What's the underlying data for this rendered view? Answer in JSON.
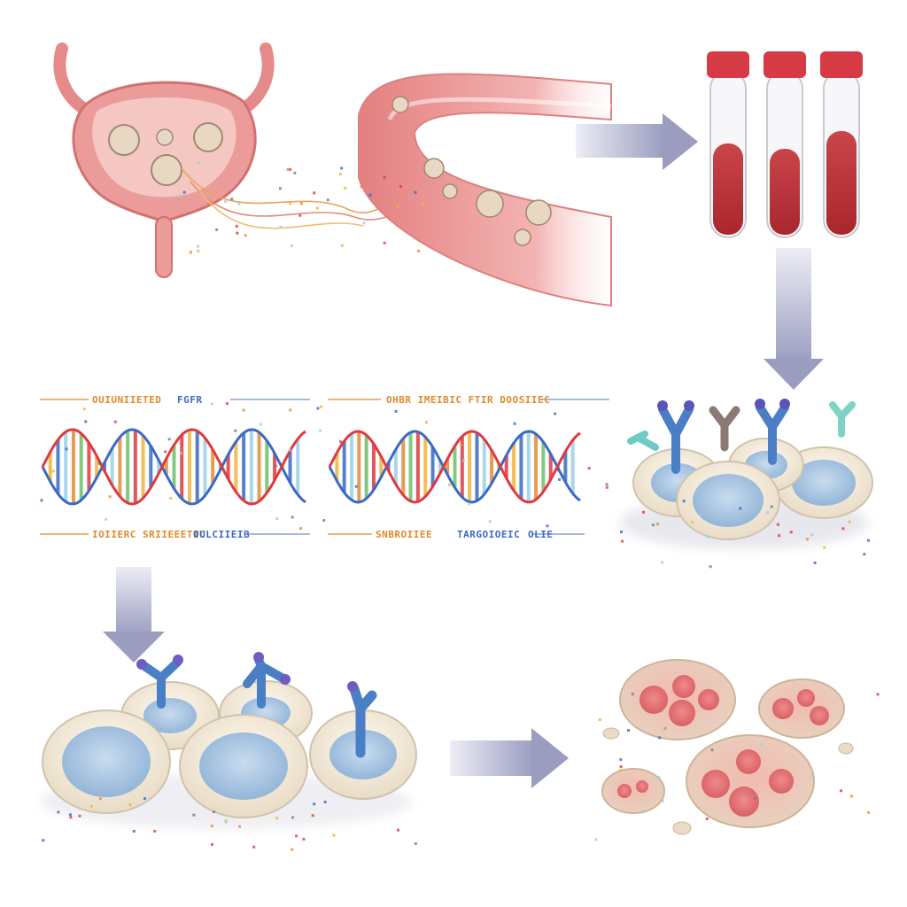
{
  "labels": {
    "panel1_top_a": "OUIUNIIETED",
    "panel1_top_b": "FGFR",
    "panel1_bottom_a": "IOIIERC SRIIEEETIC",
    "panel1_bottom_b": "OULCIIEIB",
    "panel2_top": "OHBR IMEIBIC FTIR DOOSIIEC",
    "panel2_bottom_a": "SNBROIIEE",
    "panel2_bottom_b": "TARGOIOEIC",
    "panel2_bottom_c": "OLIE"
  },
  "colors": {
    "tissue": "#e89a9a",
    "blood": "#c0393f",
    "arrow": "#a3a6c6",
    "cell_blue": "#9fc1e0",
    "antibody": "#4a7fc6",
    "dead_cell": "#e07a7a"
  },
  "icons": [
    "bladder-icon",
    "blood-vessel-icon",
    "blood-tube-icon",
    "dna-helix-icon",
    "antibody-icon",
    "tumor-cell-icon",
    "apoptotic-cell-icon",
    "arrow-icon"
  ]
}
